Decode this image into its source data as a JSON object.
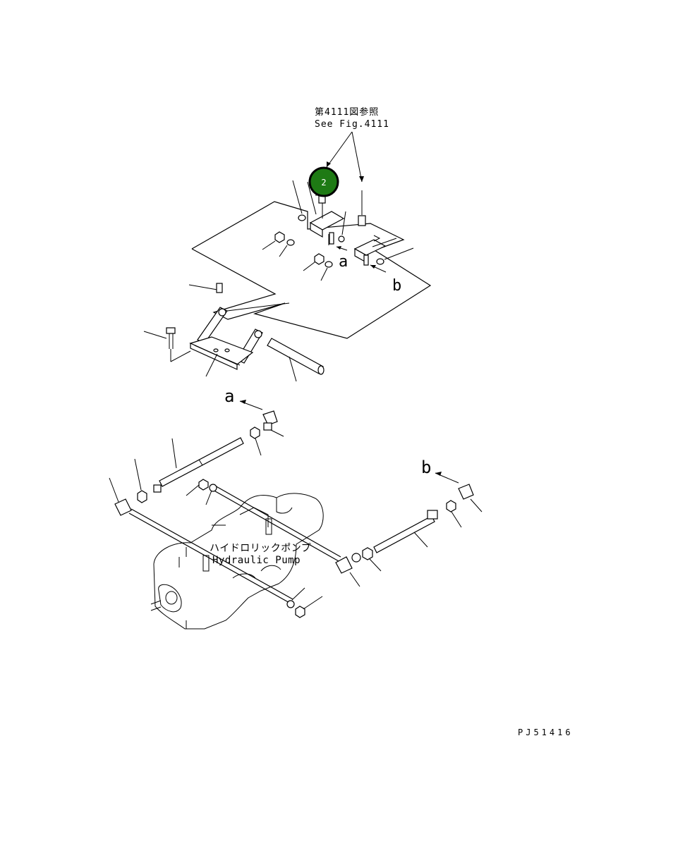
{
  "reference": {
    "jp": "第4111図参照",
    "en": "See Fig.4111"
  },
  "pump_label": {
    "jp": "ハイドロリックポンプ",
    "en": "Hydraulic Pump"
  },
  "markers": {
    "a_top": "a",
    "b_top": "b",
    "a_mid": "a",
    "b_mid": "b"
  },
  "callout": {
    "number": "2",
    "color": "#1e7a14"
  },
  "drawing_id": "PJ51416"
}
